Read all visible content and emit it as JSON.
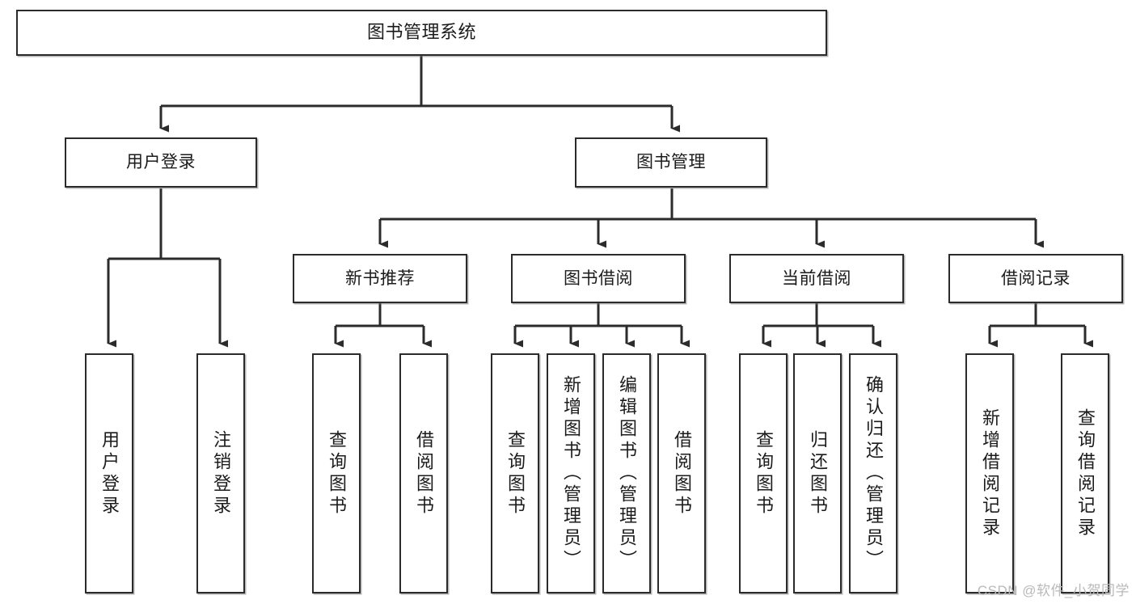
{
  "diagram": {
    "title": "图书管理系统",
    "type": "功能结构图",
    "colors": {
      "box_border": "#2b2b2b",
      "box_fill": "#ffffff",
      "connector": "#2b2b2b",
      "text": "#1b1b1b",
      "watermark": "#b9b9b9",
      "background": "#ffffff"
    }
  },
  "root": {
    "label": "图书管理系统"
  },
  "level2": [
    {
      "label": "用户登录"
    },
    {
      "label": "图书管理"
    }
  ],
  "level3": [
    {
      "label": "新书推荐"
    },
    {
      "label": "图书借阅"
    },
    {
      "label": "当前借阅"
    },
    {
      "label": "借阅记录"
    }
  ],
  "leaves": {
    "user_login": [
      {
        "label": "用户登录"
      },
      {
        "label": "注销登录"
      }
    ],
    "new_book_recommend": [
      {
        "label": "查询图书"
      },
      {
        "label": "借阅图书"
      }
    ],
    "book_borrow": [
      {
        "label": "查询图书"
      },
      {
        "label": "新增图书（管理员）"
      },
      {
        "label": "编辑图书（管理员）"
      },
      {
        "label": "借阅图书"
      }
    ],
    "current_borrow": [
      {
        "label": "查询图书"
      },
      {
        "label": "归还图书"
      },
      {
        "label": "确认归还（管理员）"
      }
    ],
    "borrow_record": [
      {
        "label": "新增借阅记录"
      },
      {
        "label": "查询借阅记录"
      }
    ]
  },
  "watermark": {
    "text": "CSDN @软件_小贺同学"
  }
}
